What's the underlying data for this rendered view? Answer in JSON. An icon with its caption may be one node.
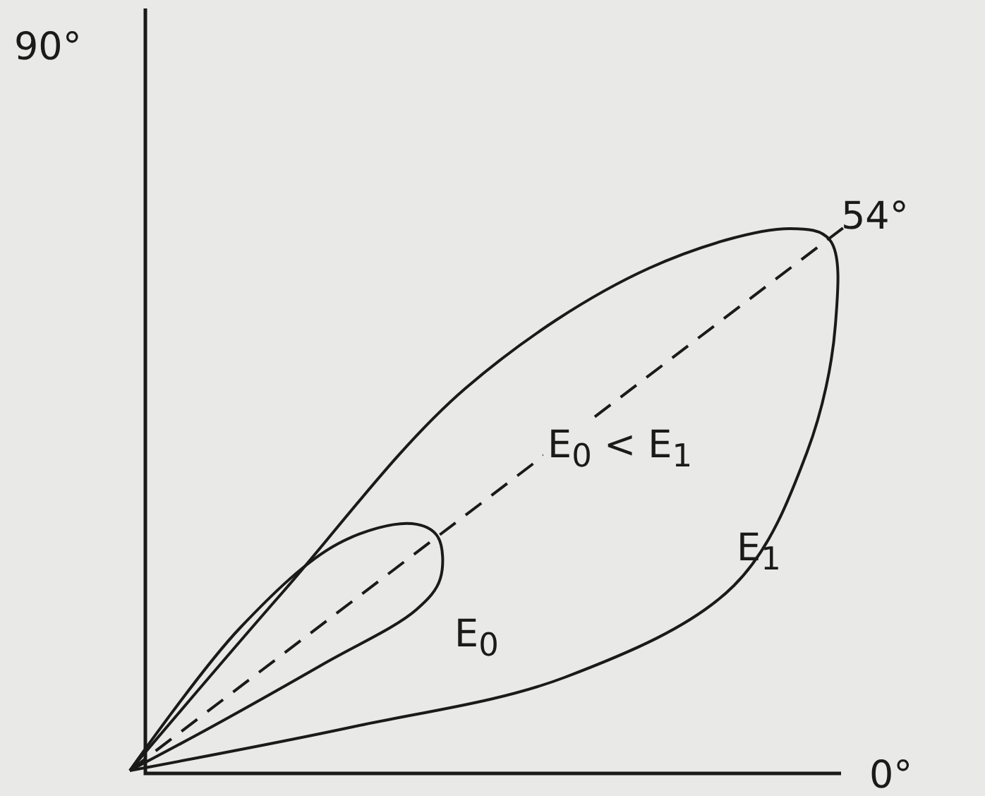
{
  "diagram": {
    "labels": [
      "90°",
      "54°",
      "E$_{0}$ < E$_{1}$",
      "E$_{1}$",
      "E$_{0}$",
      "0°"
    ]
  }
}
